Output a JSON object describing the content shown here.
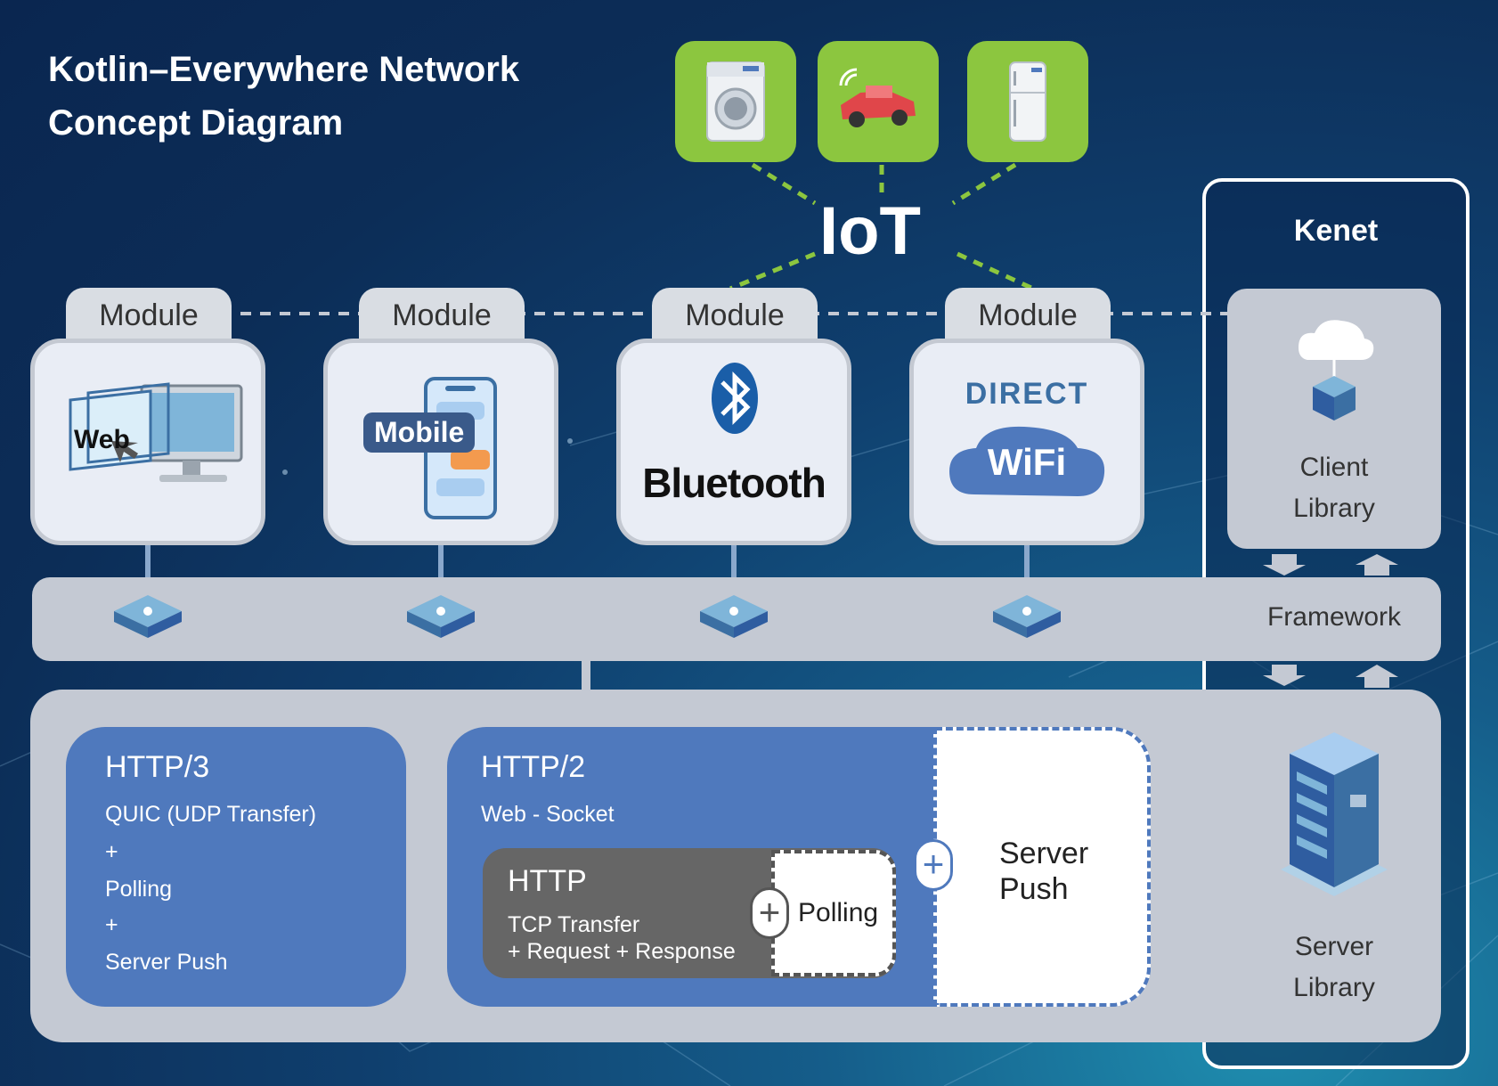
{
  "title": {
    "line1": "Kotlin–Everywhere Network",
    "line2": "Concept Diagram"
  },
  "iot": {
    "label": "IoT",
    "devices": [
      {
        "icon": "washing-machine-icon"
      },
      {
        "icon": "connected-car-icon"
      },
      {
        "icon": "refrigerator-icon"
      }
    ],
    "color": "#8cc63f"
  },
  "modules": [
    {
      "tab": "Module",
      "label": "Web",
      "icon": "web-monitor-icon"
    },
    {
      "tab": "Module",
      "label": "Mobile",
      "icon": "smartphone-icon"
    },
    {
      "tab": "Module",
      "label": "Bluetooth",
      "icon": "bluetooth-icon"
    },
    {
      "tab": "Module",
      "label_top": "DIRECT",
      "label": "WiFi",
      "icon": "wifi-direct-icon"
    }
  ],
  "kenet": {
    "title": "Kenet",
    "client_library": {
      "line1": "Client",
      "line2": "Library",
      "icon": "cloud-package-icon"
    },
    "framework": "Framework",
    "server_library": {
      "line1": "Server",
      "line2": "Library",
      "icon": "server-rack-icon"
    }
  },
  "http3": {
    "title": "HTTP/3",
    "lines": [
      "QUIC (UDP Transfer)",
      "+",
      "Polling",
      "+",
      "Server Push"
    ]
  },
  "http2": {
    "title": "HTTP/2",
    "subtitle": "Web - Socket",
    "http": {
      "title": "HTTP",
      "line1": "TCP Transfer",
      "line2": "+ Request + Response",
      "polling": "Polling"
    },
    "server_push": {
      "line1": "Server",
      "line2": "Push"
    }
  },
  "colors": {
    "blue_panel": "#4f79bd",
    "gray_panel": "#c4c9d3",
    "iot_green": "#8cc63f"
  }
}
